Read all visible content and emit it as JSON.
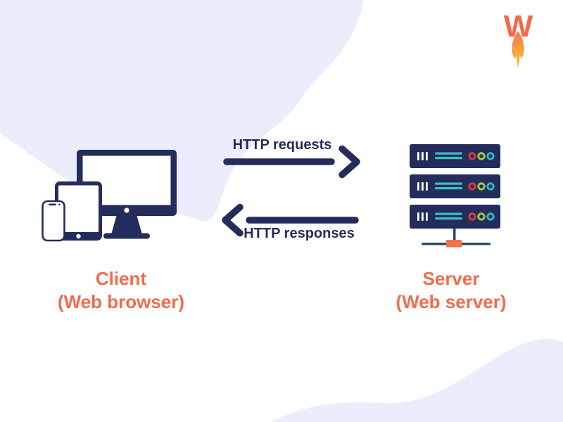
{
  "colors": {
    "navy": "#232C5A",
    "orange": "#F26B4C",
    "lavender": "#EAEDFB",
    "teal": "#35BFCA",
    "ring_red": "#D23B42",
    "ring_green": "#9CC83D",
    "ring_teal": "#2FB4C6",
    "network_line": "#2C4A66",
    "network_node_orange": "#F2714E",
    "flame_top": "#F2774D",
    "flame_bottom": "#F9C74F"
  },
  "logo": {
    "letter": "W"
  },
  "client": {
    "title": "Client",
    "subtitle": "(Web browser)",
    "icon": "monitor-tablet-smartphone-icon"
  },
  "server": {
    "title": "Server",
    "subtitle": "(Web server)",
    "icon": "server-rack-icon"
  },
  "flow": {
    "request_label": "HTTP requests",
    "request_direction": "client-to-server",
    "response_label": "HTTP responses",
    "response_direction": "server-to-client"
  }
}
